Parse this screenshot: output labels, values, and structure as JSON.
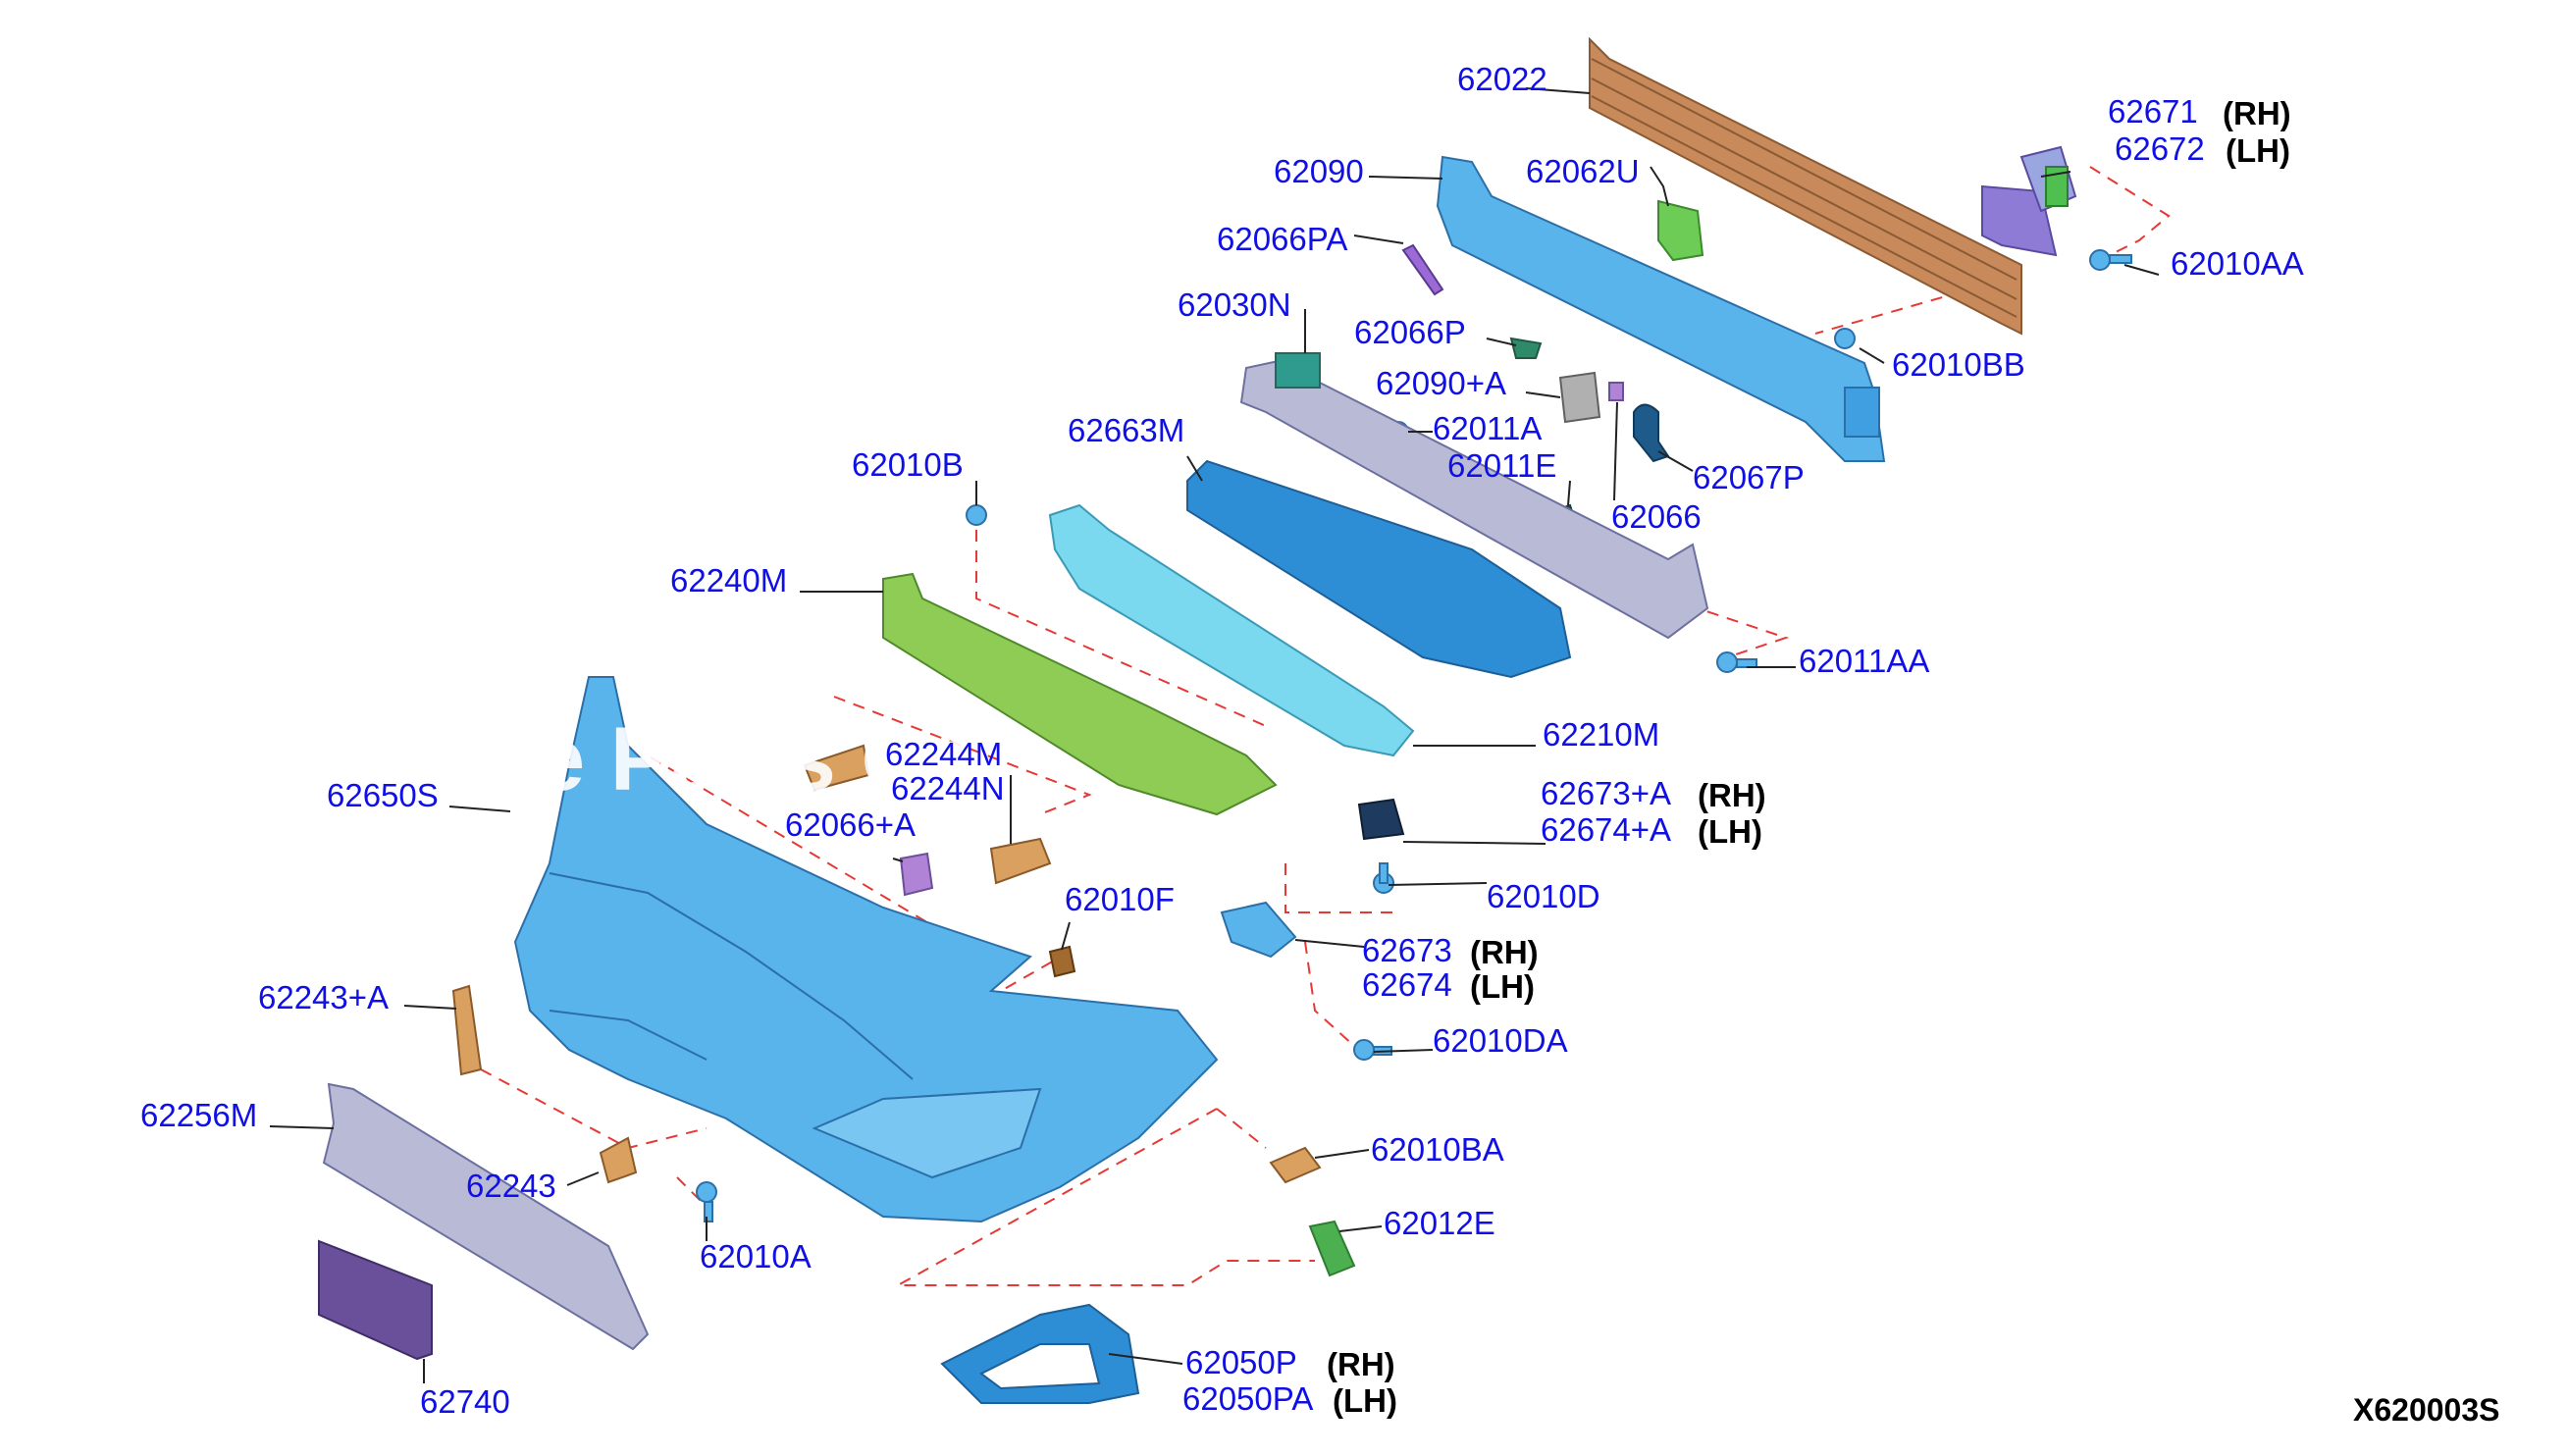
{
  "diagram": {
    "colors": {
      "label": "#1010e6",
      "leader": "#222222",
      "dashed_guide": "#e53935",
      "bumper_blue": "#5ab4ec",
      "reinforcement_tan": "#c88a5a",
      "grille_gray": "#b9bbd6",
      "absorber_green": "#8fcc55",
      "bracket_orange": "#d9a060",
      "plate_purple": "#6a4f9a",
      "undercover_blue": "#2d8ed6",
      "clip_violet": "#b083d6"
    },
    "watermark": "e Parts Ca",
    "figure_code": "X620003S",
    "labels": {
      "p62022": "62022",
      "p62090": "62090",
      "p62062U": "62062U",
      "p62671": "62671",
      "p62672": "62672",
      "p62010AA": "62010AA",
      "p62066PA": "62066PA",
      "p62030N": "62030N",
      "p62066P": "62066P",
      "p62090A": "62090+A",
      "p62011A": "62011A",
      "p62011E": "62011E",
      "p62010BB": "62010BB",
      "p62067P": "62067P",
      "p62066": "62066",
      "p62663M": "62663M",
      "p62010B": "62010B",
      "p62240M": "62240M",
      "p62011AA": "62011AA",
      "p62210M": "62210M",
      "p62244M": "62244M",
      "p62244N": "62244N",
      "p62650S": "62650S",
      "p62066A": "62066+A",
      "p62673A": "62673+A",
      "p62674A": "62674+A",
      "p62010D": "62010D",
      "p62010F": "62010F",
      "p62673": "62673",
      "p62674": "62674",
      "p62243A": "62243+A",
      "p62010DA": "62010DA",
      "p62256M": "62256M",
      "p62243": "62243",
      "p62010BA": "62010BA",
      "p62010A": "62010A",
      "p62012E": "62012E",
      "p62050P": "62050P",
      "p62050PA": "62050PA",
      "p62740": "62740"
    },
    "sides": {
      "rh": "(RH)",
      "lh": "(LH)"
    }
  }
}
